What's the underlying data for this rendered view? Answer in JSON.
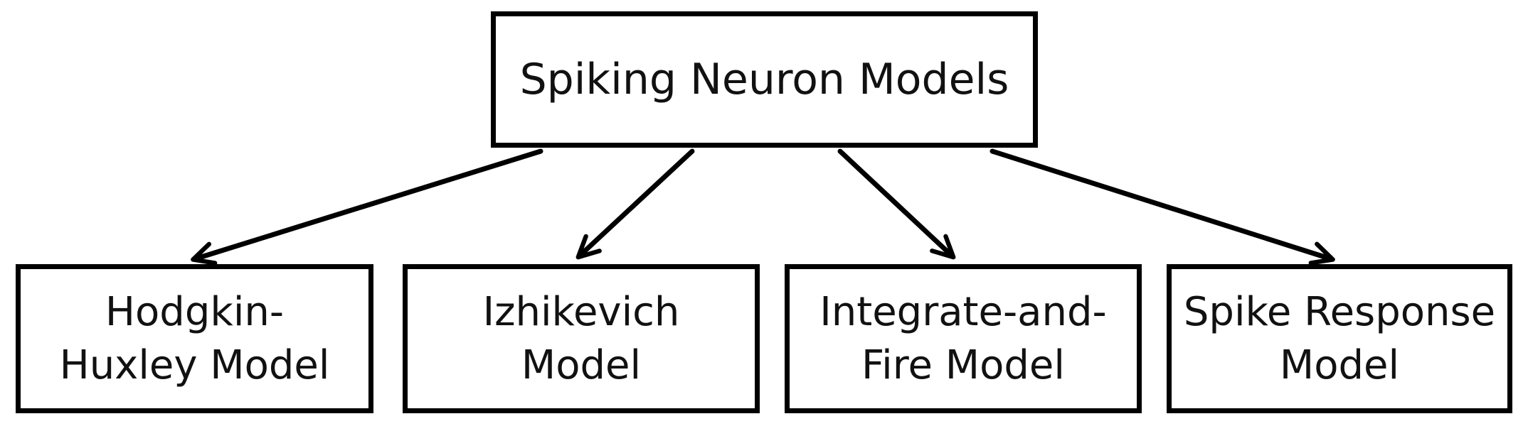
{
  "diagram": {
    "root": {
      "label": "Spiking Neuron Models"
    },
    "children": [
      {
        "label": "Hodgkin-\nHuxley Model"
      },
      {
        "label": "Izhikevich\nModel"
      },
      {
        "label": "Integrate-and-\nFire Model"
      },
      {
        "label": "Spike Response\nModel"
      }
    ],
    "edges": [
      {
        "from": "root",
        "to": 0
      },
      {
        "from": "root",
        "to": 1
      },
      {
        "from": "root",
        "to": 2
      },
      {
        "from": "root",
        "to": 3
      }
    ],
    "colors": {
      "stroke": "#000000",
      "text": "#111111",
      "background": "#ffffff"
    }
  }
}
